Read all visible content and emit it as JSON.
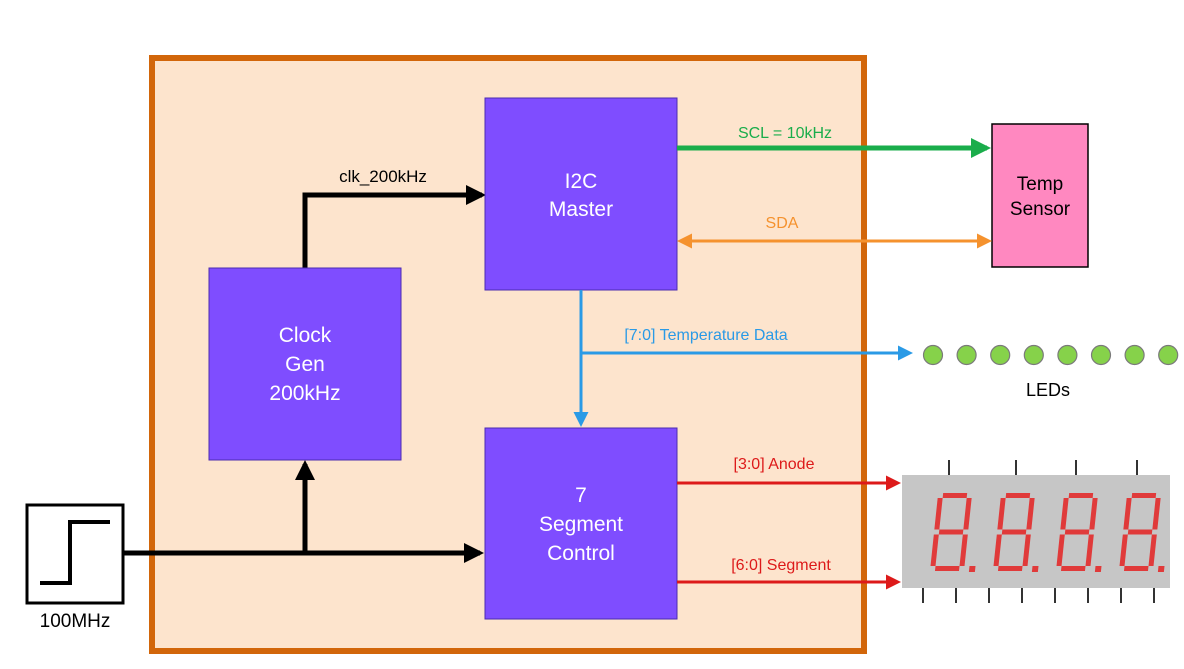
{
  "fpga": {
    "fill": "#fde4cd",
    "border": "#d2660a"
  },
  "blocks": {
    "i2c_master": {
      "lines": [
        "I2C",
        "Master"
      ],
      "fill": "#7f4dff"
    },
    "clock_gen": {
      "lines": [
        "Clock",
        "Gen",
        "200kHz"
      ],
      "fill": "#7f4dff"
    },
    "segment_control": {
      "lines": [
        "7",
        "Segment",
        "Control"
      ],
      "fill": "#7f4dff"
    },
    "temp_sensor": {
      "lines": [
        "Temp",
        "Sensor"
      ],
      "fill": "#ff88c0"
    }
  },
  "signals": {
    "clk_200khz": {
      "label": "clk_200kHz",
      "color": "#000000"
    },
    "scl": {
      "label": "SCL = 10kHz",
      "color": "#1aad4b"
    },
    "sda": {
      "label": "SDA",
      "color": "#f5922e"
    },
    "temperature_data": {
      "label": "[7:0] Temperature Data",
      "color": "#2a9ae6"
    },
    "anode": {
      "label": "[3:0] Anode",
      "color": "#dd1a1a"
    },
    "segment": {
      "label": "[6:0] Segment",
      "color": "#dd1a1a"
    }
  },
  "clock_source": {
    "label": "100MHz"
  },
  "leds": {
    "label": "LEDs",
    "count": 8,
    "color": "#86d24a"
  },
  "seven_segment_display": {
    "digit_count": 4,
    "segment_color": "#e03a3a",
    "body_color": "#c6c6c6"
  }
}
